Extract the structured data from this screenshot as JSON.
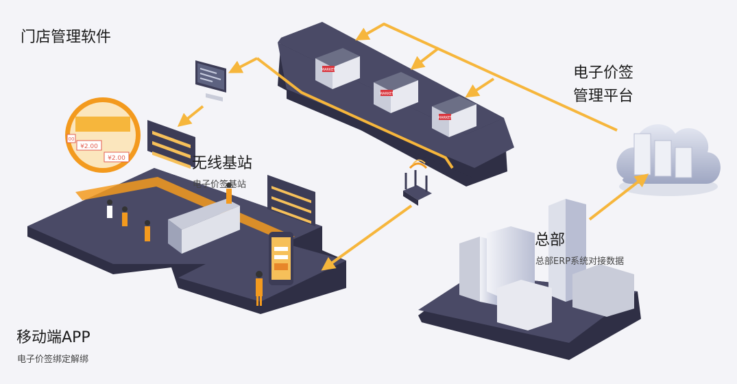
{
  "labels": {
    "store_software": "门店管理软件",
    "esl_platform_line1": "电子价签",
    "esl_platform_line2": "管理平台",
    "base_station": "无线基站",
    "base_station_sub": "电子价签基站",
    "headquarters": "总部",
    "headquarters_sub": "总部ERP系统对接数据",
    "mobile_app": "移动端APP",
    "mobile_app_sub": "电子价签绑定解绑"
  },
  "store_sign_text": "MARKET",
  "price_tags": [
    "¥2.00",
    "¥2.00",
    "00"
  ],
  "colors": {
    "arrow": "#f6b63c",
    "platform_top": "#4a4a66",
    "platform_side": "#2f2f45",
    "accent_orange": "#f39a1e",
    "cloud": "#c9cee0"
  },
  "icons": [
    "monitor-icon",
    "router-icon",
    "cloud-server-icon",
    "store-building-icon",
    "office-building-icon",
    "phone-icon",
    "magnifier-icon"
  ]
}
